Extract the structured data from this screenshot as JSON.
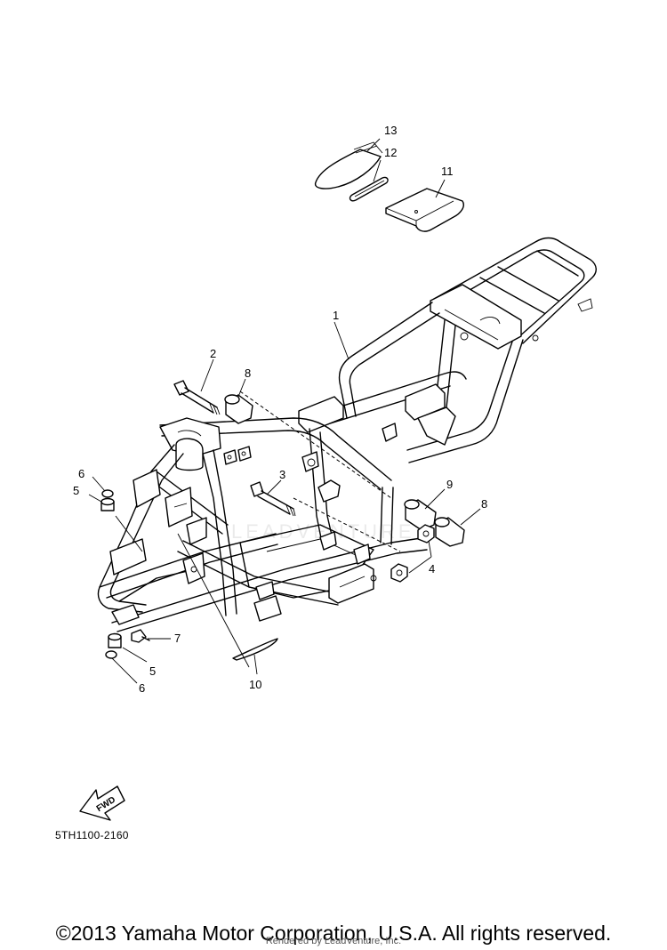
{
  "diagram": {
    "part_code": "5TH1100-2160",
    "fwd_label": "FWD",
    "watermark": "LEADVENTURE",
    "callouts": [
      "1",
      "2",
      "3",
      "4",
      "5",
      "5",
      "6",
      "6",
      "7",
      "8",
      "8",
      "9",
      "10",
      "11",
      "12",
      "13"
    ]
  },
  "footer": {
    "copyright": "©2013 Yamaha Motor Corporation, U.S.A. All rights reserved.",
    "rendered_by": "Rendered by LeadVenture, Inc."
  }
}
